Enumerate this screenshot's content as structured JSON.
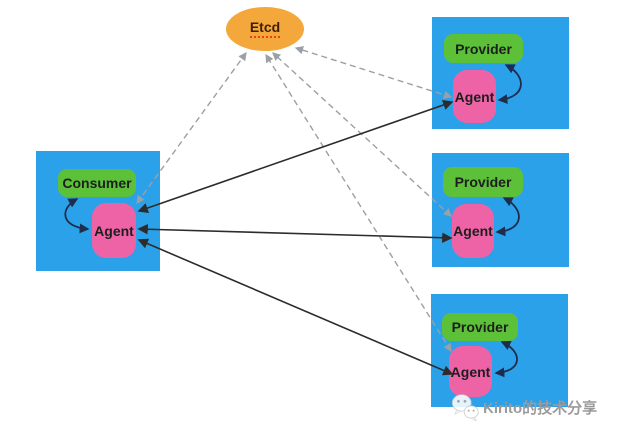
{
  "diagram": {
    "registry": {
      "label": "Etcd"
    },
    "consumer_box": {
      "service_label": "Consumer",
      "agent_label": "Agent"
    },
    "provider_boxes": [
      {
        "service_label": "Provider",
        "agent_label": "Agent"
      },
      {
        "service_label": "Provider",
        "agent_label": "Agent"
      },
      {
        "service_label": "Provider",
        "agent_label": "Agent"
      }
    ],
    "colors": {
      "box_blue": "#2BA1EA",
      "service_green": "#5CC139",
      "agent_pink": "#EE63A6",
      "registry_orange": "#F4A83B",
      "registry_text": "#3f1e06",
      "registry_underline_red": "#e8401e",
      "solid_arrow": "#2c2c2c",
      "dashed_arrow": "#9aa0a6",
      "loop_arrow": "#1f2d4d",
      "watermark_grey": "#9b9b9b"
    }
  },
  "watermark": {
    "text": "Kirito的技术分享",
    "icon": "wechat-icon"
  }
}
